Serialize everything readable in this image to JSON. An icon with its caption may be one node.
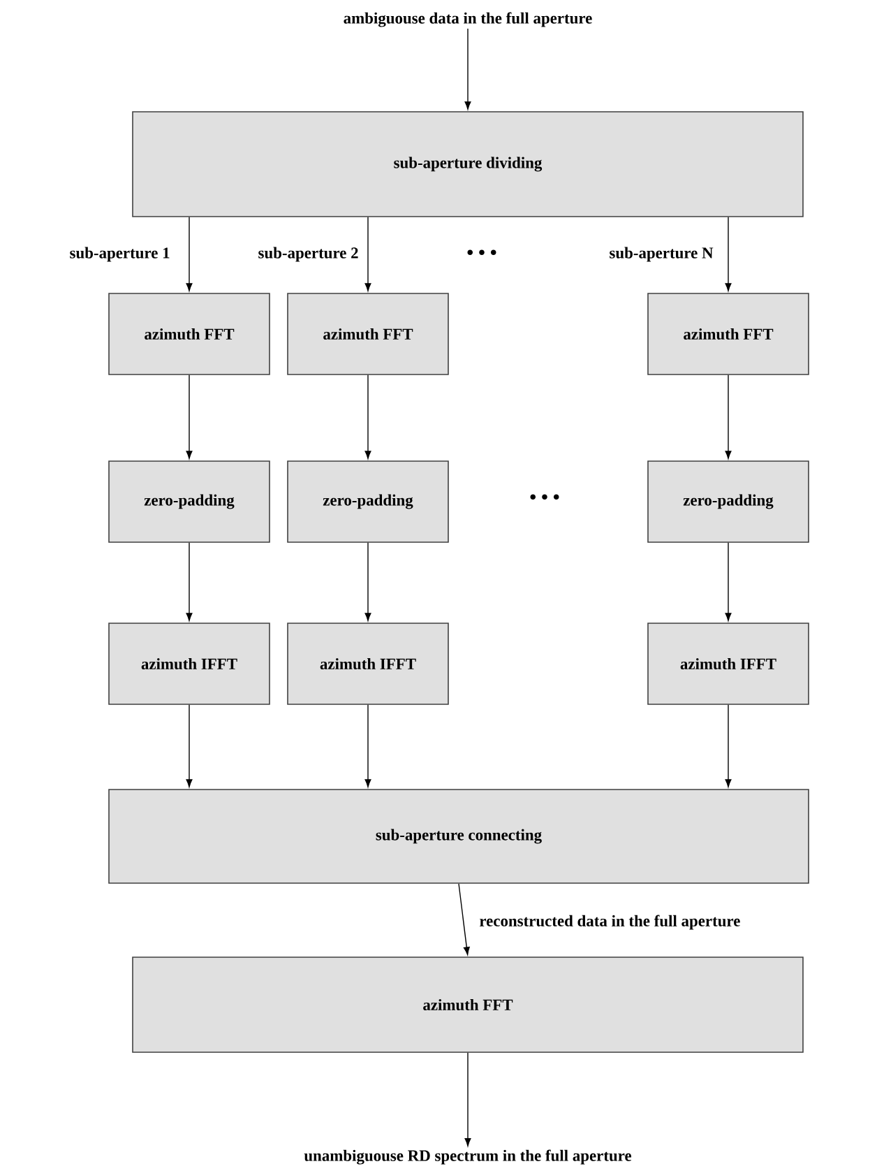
{
  "diagram": {
    "nodes": [
      {
        "text": [
          "ambiguouse data in the full aperture"
        ]
      },
      {
        "text": [
          "sub-aperture dividing"
        ]
      },
      {
        "text": [
          "azimuth FFT"
        ]
      },
      {
        "text": [
          "azimuth FFT"
        ]
      },
      {
        "text": [
          "azimuth FFT"
        ]
      },
      {
        "text": [
          "zero-padding"
        ]
      },
      {
        "text": [
          "zero-padding"
        ]
      },
      {
        "text": [
          "zero-padding"
        ]
      },
      {
        "text": [
          "azimuth IFFT"
        ]
      },
      {
        "text": [
          "azimuth IFFT"
        ]
      },
      {
        "text": [
          "azimuth IFFT"
        ]
      },
      {
        "text": [
          "sub-aperture connecting"
        ]
      },
      {
        "text": [
          "azimuth FFT"
        ]
      },
      {
        "text": [
          "unambiguouse RD spectrum in the full aperture"
        ]
      }
    ],
    "edges": [
      {
        "from": 0,
        "to": 1,
        "arrow": "to"
      },
      {
        "from": 1,
        "to": 2,
        "arrow": "to",
        "label": "sub-aperture 1"
      },
      {
        "from": 1,
        "to": 3,
        "arrow": "to",
        "label": "sub-aperture 2"
      },
      {
        "from": 1,
        "to": 4,
        "arrow": "to",
        "label": "sub-aperture N"
      },
      {
        "from": 2,
        "to": 5,
        "arrow": "to"
      },
      {
        "from": 3,
        "to": 6,
        "arrow": "to"
      },
      {
        "from": 4,
        "to": 7,
        "arrow": "to"
      },
      {
        "from": 5,
        "to": 8,
        "arrow": "to"
      },
      {
        "from": 6,
        "to": 9,
        "arrow": "to"
      },
      {
        "from": 7,
        "to": 10,
        "arrow": "to"
      },
      {
        "from": 8,
        "to": 11,
        "arrow": "to"
      },
      {
        "from": 9,
        "to": 11,
        "arrow": "to"
      },
      {
        "from": 10,
        "to": 11,
        "arrow": "to"
      },
      {
        "from": 11,
        "to": 12,
        "arrow": "to",
        "label": "reconstructed data in the full aperture"
      },
      {
        "from": 12,
        "to": 13,
        "arrow": "to"
      }
    ],
    "labels": [
      "• • •",
      "• • •"
    ]
  }
}
